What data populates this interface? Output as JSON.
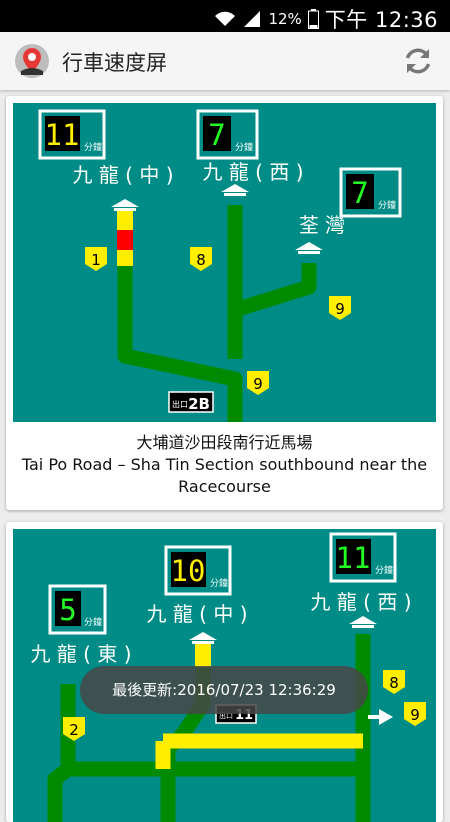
{
  "status_bar": {
    "battery": "12%",
    "time": "下午 12:36",
    "icons": [
      "wifi-icon",
      "signal-icon",
      "battery-icon"
    ]
  },
  "app_bar": {
    "title": "行車速度屏",
    "icons": [
      "app-logo-icon",
      "refresh-icon"
    ]
  },
  "colors": {
    "board_bg": "#008c86",
    "road": "#008a00",
    "slow": "#ff0000",
    "medium": "#ffee00",
    "route_shield": "#ffee00",
    "timer_digits_yellow": "#ffee00",
    "timer_digits_green": "#22ff22"
  },
  "unit_label": "分鐘",
  "cards": [
    {
      "destinations": [
        {
          "name": "九 龍 ( 中 )",
          "minutes": "11",
          "route": "1"
        },
        {
          "name": "九 龍 ( 西 )",
          "minutes": "7",
          "route": "8"
        },
        {
          "name": "荃 灣",
          "minutes": "7",
          "route": "9"
        }
      ],
      "origin_route": "9",
      "exit_label": "出口",
      "exit_number": "2B",
      "caption_zh": "大埔道沙田段南行近馬場",
      "caption_en": "Tai Po Road – Sha Tin Section southbound near the Racecourse"
    },
    {
      "destinations": [
        {
          "name": "九 龍 ( 東 )",
          "minutes": "5",
          "route": "2"
        },
        {
          "name": "九 龍 ( 中 )",
          "minutes": "10",
          "route": ""
        },
        {
          "name": "九 龍 ( 西 )",
          "minutes": "11",
          "route": "8"
        }
      ],
      "origin_route": "9",
      "exit_label": "出口",
      "exit_number": "11"
    }
  ],
  "toast": {
    "text": "最後更新:2016/07/23 12:36:29"
  }
}
